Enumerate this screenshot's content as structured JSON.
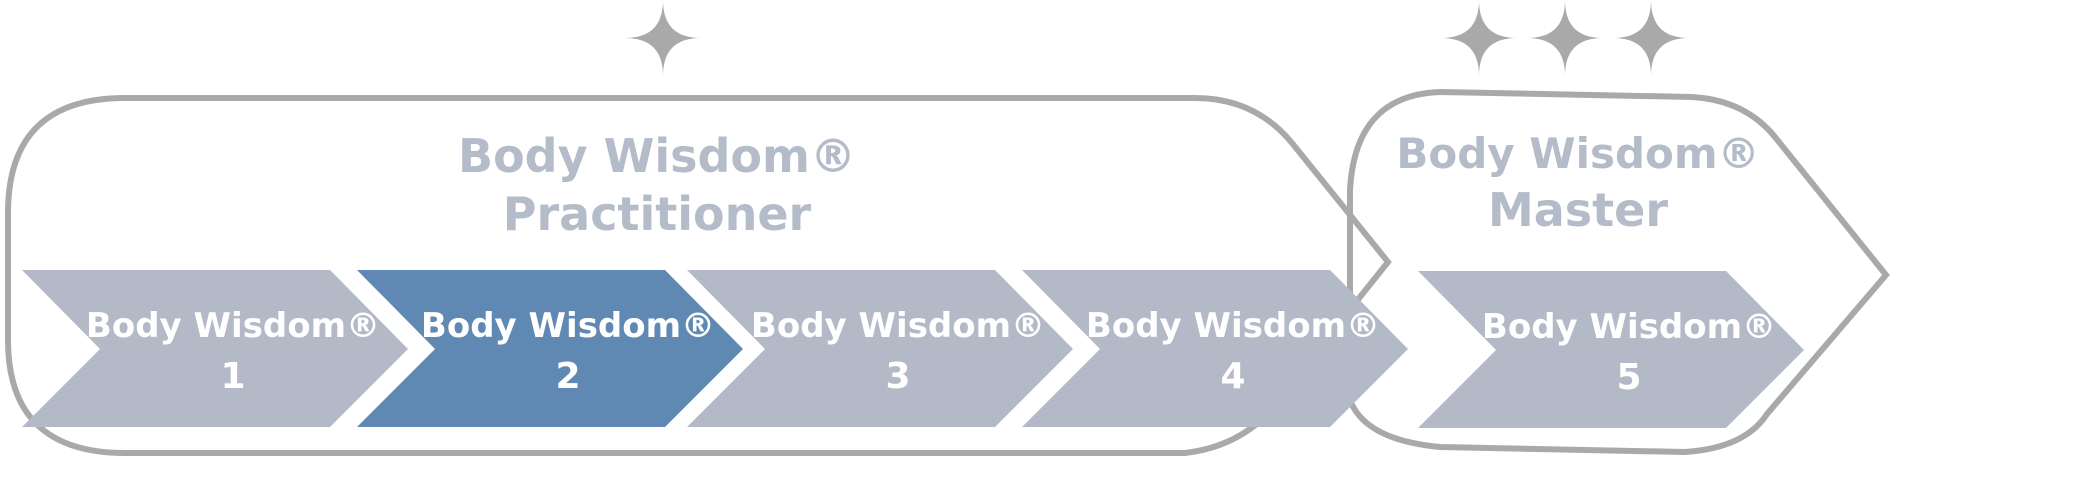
{
  "colors": {
    "outline": "#a9a9a9",
    "star": "#a9a9a9",
    "title_text": "#b4bbc9",
    "chevron_default": "#b3b9c6",
    "chevron_active": "#5f89b2",
    "chevron_text": "#ffffff"
  },
  "groups": [
    {
      "title_line1": "Body Wisdom®",
      "title_line2": "Practitioner",
      "star_count": 1,
      "icon": "four-point-star-icon"
    },
    {
      "title_line1": "Body Wisdom®",
      "title_line2": "Master",
      "star_count": 3,
      "icon": "four-point-star-icon"
    }
  ],
  "steps": [
    {
      "line1": "Body Wisdom®",
      "line2": "1",
      "active": false
    },
    {
      "line1": "Body Wisdom®",
      "line2": "2",
      "active": true
    },
    {
      "line1": "Body Wisdom®",
      "line2": "3",
      "active": false
    },
    {
      "line1": "Body Wisdom®",
      "line2": "4",
      "active": false
    },
    {
      "line1": "Body Wisdom®",
      "line2": "5",
      "active": false
    }
  ]
}
